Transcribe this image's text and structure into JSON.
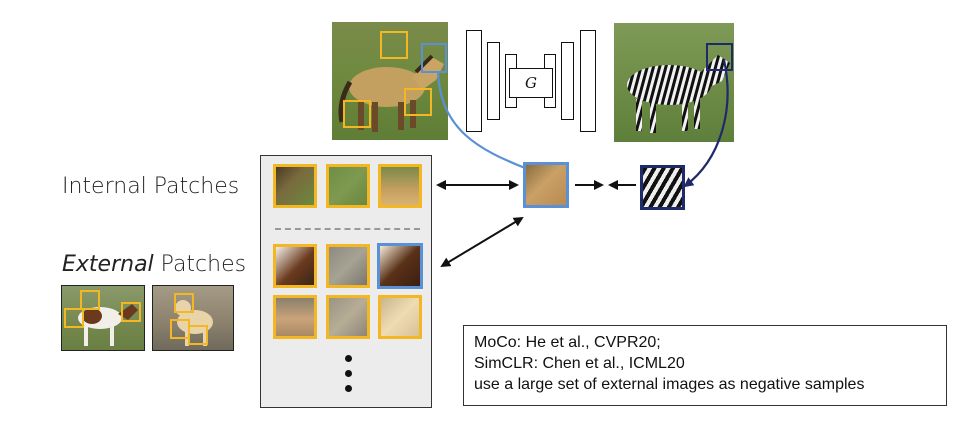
{
  "labels": {
    "internal": "Internal Patches",
    "external_em": "External",
    "external_rest": " Patches"
  },
  "generator": {
    "label": "G"
  },
  "reference": {
    "line1": "MoCo: He et al., CVPR20;",
    "line2": "SimCLR: Chen et al., ICML20",
    "line3": "use a large set of external images as negative samples"
  },
  "colors": {
    "patch_yellow": "#f3b723",
    "query_blue": "#5b8fd6",
    "zebra_navy": "#1f2a6b"
  }
}
